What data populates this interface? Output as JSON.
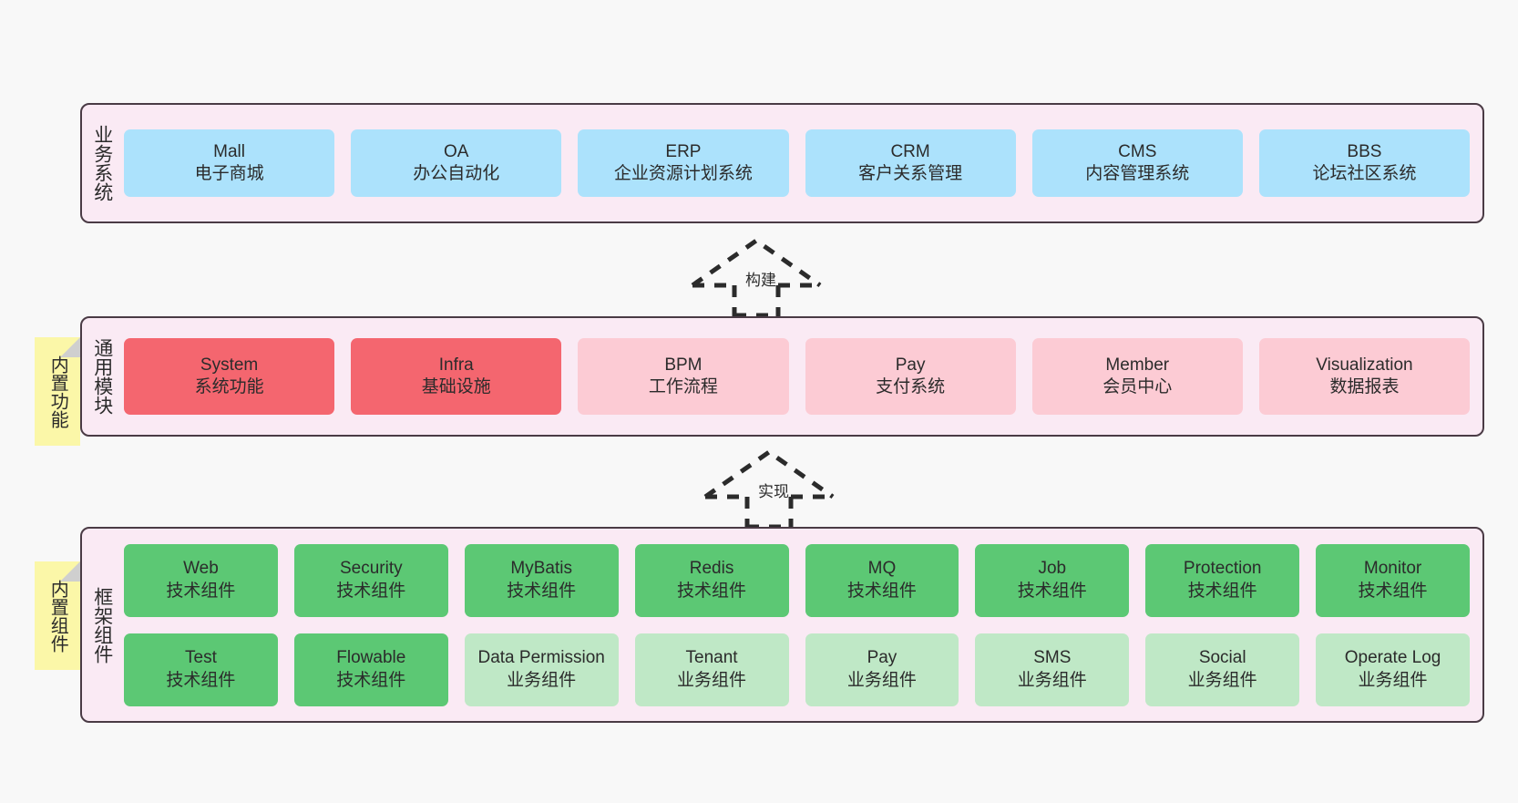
{
  "diagram": {
    "title": "system-architecture-layers",
    "colors": {
      "panel_bg": "#faeaf4",
      "panel_border": "#4a3b45",
      "business_cell": "#ace2fc",
      "module_strong": "#f4666f",
      "module_light": "#fccbd4",
      "framework_strong": "#5cc874",
      "framework_light": "#bfe8c6",
      "note_bg": "#fbf7a8",
      "page_bg": "#f8f8f8"
    }
  },
  "layers": [
    {
      "id": "business",
      "title": "业务系统",
      "rows": [
        {
          "cells": [
            {
              "name": "Mall",
              "desc": "电子商城",
              "tone": "business"
            },
            {
              "name": "OA",
              "desc": "办公自动化",
              "tone": "business"
            },
            {
              "name": "ERP",
              "desc": "企业资源计划系统",
              "tone": "business"
            },
            {
              "name": "CRM",
              "desc": "客户关系管理",
              "tone": "business"
            },
            {
              "name": "CMS",
              "desc": "内容管理系统",
              "tone": "business"
            },
            {
              "name": "BBS",
              "desc": "论坛社区系统",
              "tone": "business"
            }
          ]
        }
      ]
    },
    {
      "id": "modules",
      "title": "通用模块",
      "rows": [
        {
          "cells": [
            {
              "name": "System",
              "desc": "系统功能",
              "tone": "module-strong"
            },
            {
              "name": "Infra",
              "desc": "基础设施",
              "tone": "module-strong"
            },
            {
              "name": "BPM",
              "desc": "工作流程",
              "tone": "module-light"
            },
            {
              "name": "Pay",
              "desc": "支付系统",
              "tone": "module-light"
            },
            {
              "name": "Member",
              "desc": "会员中心",
              "tone": "module-light"
            },
            {
              "name": "Visualization",
              "desc": "数据报表",
              "tone": "module-light"
            }
          ]
        }
      ]
    },
    {
      "id": "framework",
      "title": "框架组件",
      "rows": [
        {
          "cells": [
            {
              "name": "Web",
              "desc": "技术组件",
              "tone": "fw-strong"
            },
            {
              "name": "Security",
              "desc": "技术组件",
              "tone": "fw-strong"
            },
            {
              "name": "MyBatis",
              "desc": "技术组件",
              "tone": "fw-strong"
            },
            {
              "name": "Redis",
              "desc": "技术组件",
              "tone": "fw-strong"
            },
            {
              "name": "MQ",
              "desc": "技术组件",
              "tone": "fw-strong"
            },
            {
              "name": "Job",
              "desc": "技术组件",
              "tone": "fw-strong"
            },
            {
              "name": "Protection",
              "desc": "技术组件",
              "tone": "fw-strong"
            },
            {
              "name": "Monitor",
              "desc": "技术组件",
              "tone": "fw-strong"
            }
          ]
        },
        {
          "cells": [
            {
              "name": "Test",
              "desc": "技术组件",
              "tone": "fw-strong"
            },
            {
              "name": "Flowable",
              "desc": "技术组件",
              "tone": "fw-strong"
            },
            {
              "name": "Data Permission",
              "desc": "业务组件",
              "tone": "fw-light"
            },
            {
              "name": "Tenant",
              "desc": "业务组件",
              "tone": "fw-light"
            },
            {
              "name": "Pay",
              "desc": "业务组件",
              "tone": "fw-light"
            },
            {
              "name": "SMS",
              "desc": "业务组件",
              "tone": "fw-light"
            },
            {
              "name": "Social",
              "desc": "业务组件",
              "tone": "fw-light"
            },
            {
              "name": "Operate Log",
              "desc": "业务组件",
              "tone": "fw-light"
            }
          ]
        }
      ]
    }
  ],
  "notes": [
    {
      "id": "builtin-function",
      "text": "内置功能"
    },
    {
      "id": "builtin-component",
      "text": "内置组件"
    }
  ],
  "arrows": [
    {
      "id": "build",
      "label": "构建",
      "style": "dashed-generalization-up"
    },
    {
      "id": "implement",
      "label": "实现",
      "style": "dashed-generalization-up"
    }
  ]
}
